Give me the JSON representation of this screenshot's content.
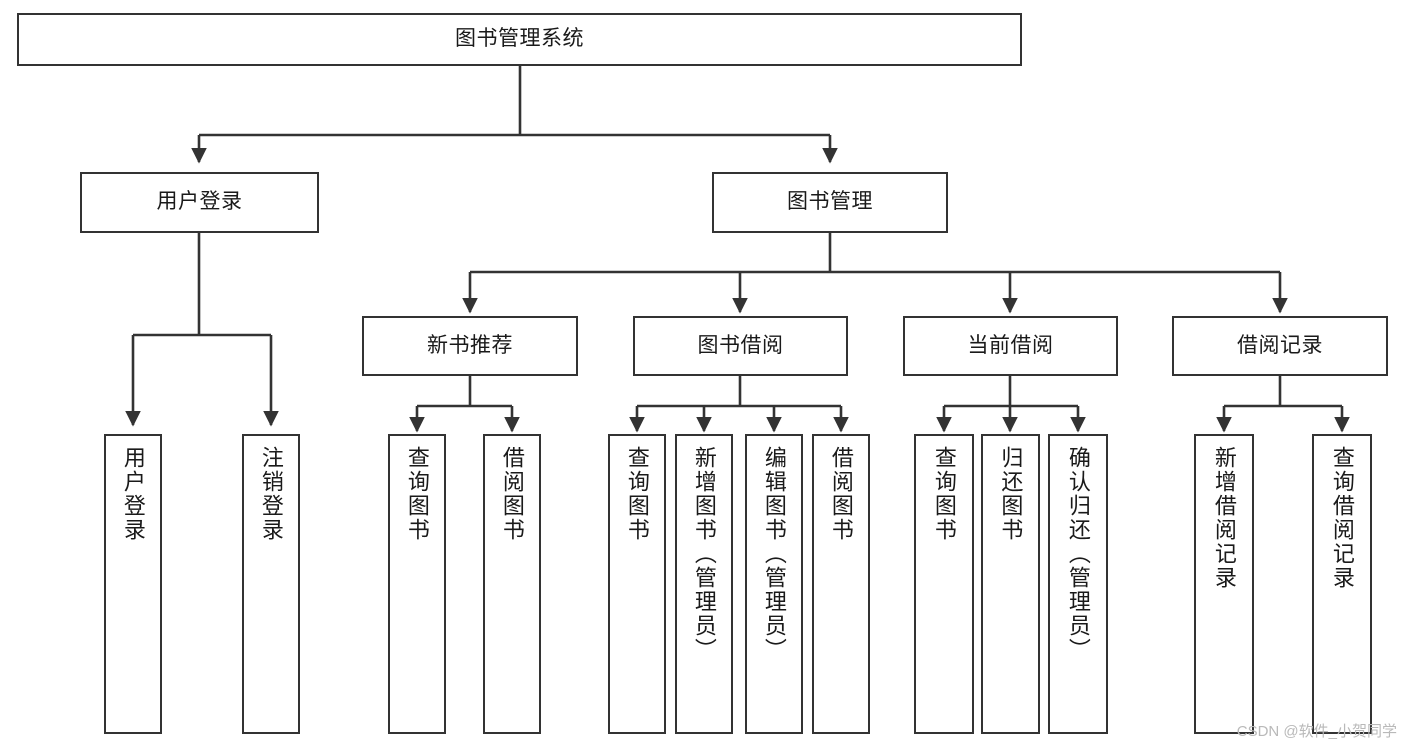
{
  "diagram": {
    "type": "tree",
    "title": "图书管理系统",
    "orientation": "top-down",
    "colors": {
      "box_border": "#333333",
      "box_fill": "#ffffff",
      "connector": "#333333",
      "text": "#1a1a1a",
      "watermark": "#b9b9b9"
    }
  },
  "root": {
    "label": "图书管理系统"
  },
  "level2": [
    {
      "id": "user-login",
      "label": "用户登录"
    },
    {
      "id": "book-manage",
      "label": "图书管理"
    }
  ],
  "level3": [
    {
      "id": "new-book-recommend",
      "label": "新书推荐"
    },
    {
      "id": "book-borrow",
      "label": "图书借阅"
    },
    {
      "id": "current-borrow",
      "label": "当前借阅"
    },
    {
      "id": "borrow-record",
      "label": "借阅记录"
    }
  ],
  "leaves": {
    "user_login": [
      {
        "id": "leaf-user-login",
        "label": "用户登录"
      },
      {
        "id": "leaf-logout-login",
        "label": "注销登录"
      }
    ],
    "new_book_recommend": [
      {
        "id": "leaf-query-book-1",
        "label": "查询图书"
      },
      {
        "id": "leaf-borrow-book-1",
        "label": "借阅图书"
      }
    ],
    "book_borrow": [
      {
        "id": "leaf-query-book-2",
        "label": "查询图书"
      },
      {
        "id": "leaf-add-book",
        "label": "新增图书（管理员）"
      },
      {
        "id": "leaf-edit-book",
        "label": "编辑图书（管理员）"
      },
      {
        "id": "leaf-borrow-book-2",
        "label": "借阅图书"
      }
    ],
    "current_borrow": [
      {
        "id": "leaf-query-book-3",
        "label": "查询图书"
      },
      {
        "id": "leaf-return-book",
        "label": "归还图书"
      },
      {
        "id": "leaf-confirm-return",
        "label": "确认归还（管理员）"
      }
    ],
    "borrow_record": [
      {
        "id": "leaf-add-record",
        "label": "新增借阅记录"
      },
      {
        "id": "leaf-query-record",
        "label": "查询借阅记录"
      }
    ]
  },
  "watermark": {
    "text": "CSDN @软件_小贺同学"
  }
}
